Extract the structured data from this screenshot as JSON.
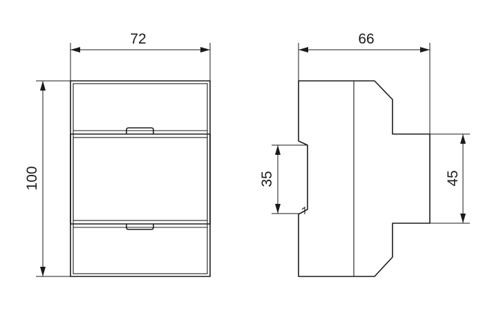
{
  "front_view": {
    "width_label": "72",
    "height_label": "100"
  },
  "side_view": {
    "depth_label": "66",
    "rail_height_label": "35",
    "front_height_label": "45"
  },
  "colors": {
    "line": "#1a1a1a",
    "background": "#ffffff"
  }
}
